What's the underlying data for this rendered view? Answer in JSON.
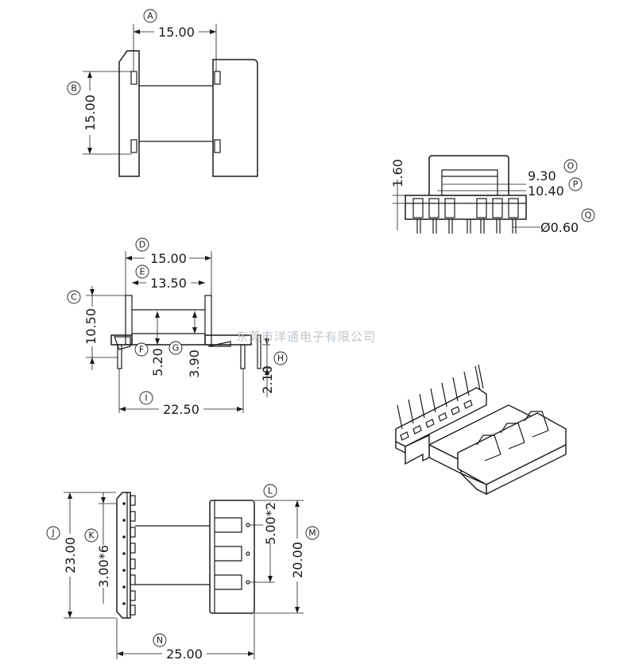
{
  "watermark": "东莞市洋通电子有限公司",
  "markers": {
    "A": "A",
    "B": "B",
    "C": "C",
    "D": "D",
    "E": "E",
    "F": "F",
    "G": "G",
    "H": "H",
    "I": "I",
    "J": "J",
    "K": "K",
    "L": "L",
    "M": "M",
    "N": "N",
    "O": "O",
    "P": "P",
    "Q": "Q"
  },
  "dimensions": {
    "top_width": "15.00",
    "top_height": "15.00",
    "front_outer_width": "15.00",
    "front_inner_width": "13.50",
    "front_height": "10.50",
    "front_base": "5.20",
    "front_inner_height": "3.90",
    "pin_length": "2.10",
    "pin_span": "22.50",
    "bottom_total_height": "23.00",
    "pin_pitch": "3.00*6",
    "slot_pitch": "5.00*2",
    "slot_span": "20.00",
    "bottom_width": "25.00",
    "side_small": "1.60",
    "side_inner": "9.30",
    "side_outer": "10.40",
    "pin_diameter": "Ø0.60"
  }
}
